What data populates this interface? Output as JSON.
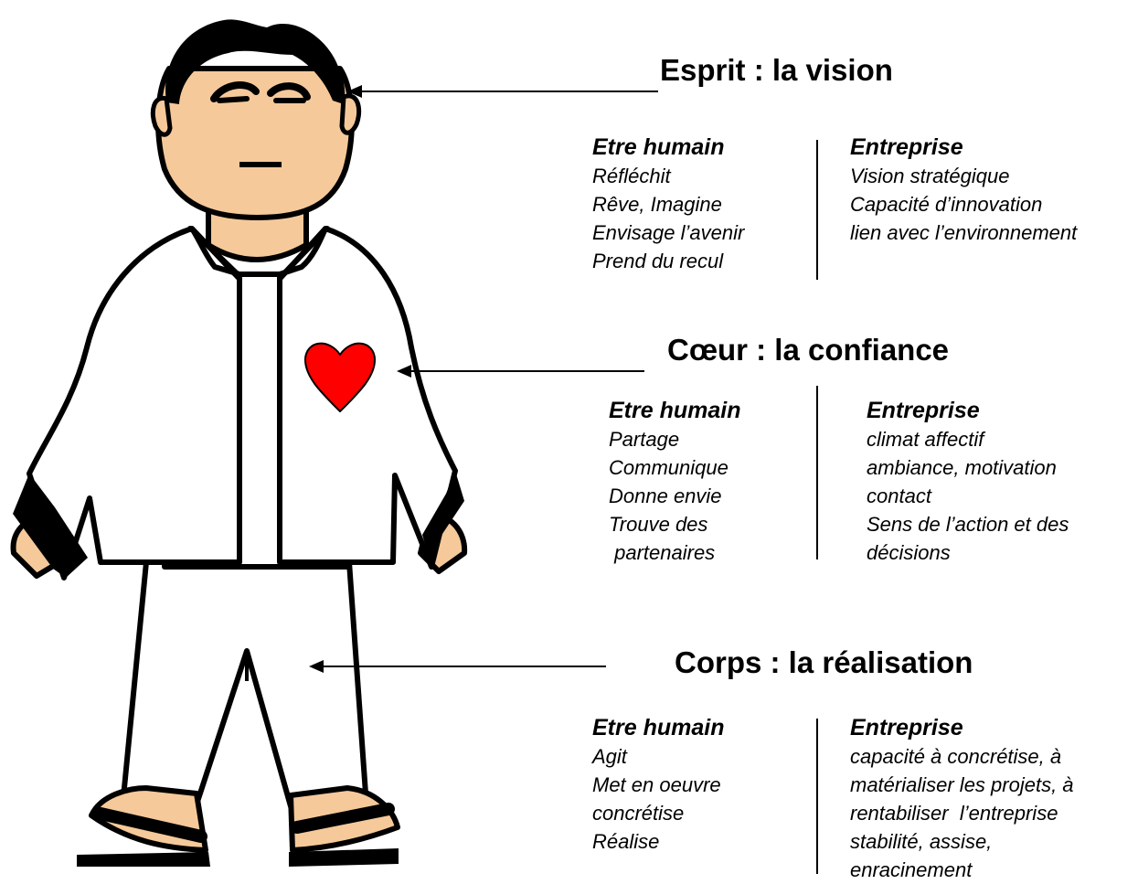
{
  "sections": [
    {
      "heading": "Esprit : la vision",
      "human": {
        "title": "Etre humain",
        "lines": [
          "Réfléchit",
          "Rêve, Imagine",
          "Envisage l’avenir",
          "Prend du recul"
        ]
      },
      "company": {
        "title": "Entreprise",
        "lines": [
          "Vision stratégique",
          "Capacité d’innovation",
          "lien avec l’environnement"
        ]
      }
    },
    {
      "heading": "Cœur : la confiance",
      "human": {
        "title": "Etre humain",
        "lines": [
          "Partage",
          "Communique",
          "Donne envie",
          "Trouve des",
          " partenaires"
        ]
      },
      "company": {
        "title": "Entreprise",
        "lines": [
          "climat affectif",
          "ambiance, motivation",
          "contact",
          "Sens de l’action et des",
          "décisions"
        ]
      }
    },
    {
      "heading": "Corps : la réalisation",
      "human": {
        "title": "Etre humain",
        "lines": [
          "Agit",
          "Met en oeuvre",
          "concrétise",
          "Réalise"
        ]
      },
      "company": {
        "title": "Entreprise",
        "lines": [
          "capacité à concrétise, à",
          "matérialiser les projets, à",
          "rentabiliser  l’entreprise",
          "stabilité, assise,",
          "enracinement"
        ]
      }
    }
  ],
  "colors": {
    "skin": "#f5c99a",
    "heart": "#ff0000",
    "outline": "#000000",
    "clothes": "#ffffff"
  }
}
